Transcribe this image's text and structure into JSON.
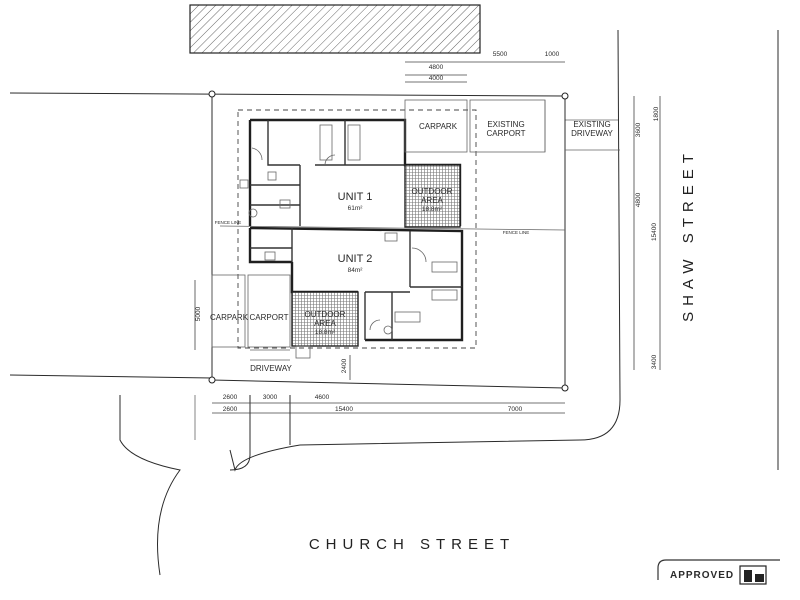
{
  "units": [
    {
      "name": "UNIT 1",
      "area": "61m²"
    },
    {
      "name": "UNIT 2",
      "area": "84m²"
    }
  ],
  "labels": {
    "outdoor_area_1": [
      "OUTDOOR",
      "AREA",
      "18.8m²"
    ],
    "outdoor_area_2": [
      "OUTDOOR",
      "AREA",
      "18.8m²"
    ],
    "carpark_top": "CARPARK",
    "existing_carport": [
      "EXISTING",
      "CARPORT"
    ],
    "existing_driveway": [
      "EXISTING",
      "DRIVEWAY"
    ],
    "carpark_left": "CARPARK",
    "carport_left": "CARPORT",
    "driveway": "DRIVEWAY"
  },
  "streets": {
    "shaw": "SHAW STREET",
    "church": "CHURCH STREET"
  },
  "dimensions": {
    "top_5500": "5500",
    "top_1000": "1000",
    "top_4800": "4800",
    "top_4000": "4000",
    "right_1800": "1800",
    "right_3600": "3600",
    "right_4800": "4800",
    "right_15400": "15400",
    "right_3400": "3400",
    "left_5000": "5000",
    "bottom_2600a": "2600",
    "bottom_3000": "3000",
    "bottom_4600": "4600",
    "bottom_2600b": "2600",
    "bottom_15400": "15400",
    "bottom_7000": "7000",
    "mid_2400": "2400",
    "fence_left": "FENCE LINE",
    "fence_right": "FENCE LINE"
  },
  "stamp": {
    "text": "APPROVED"
  }
}
